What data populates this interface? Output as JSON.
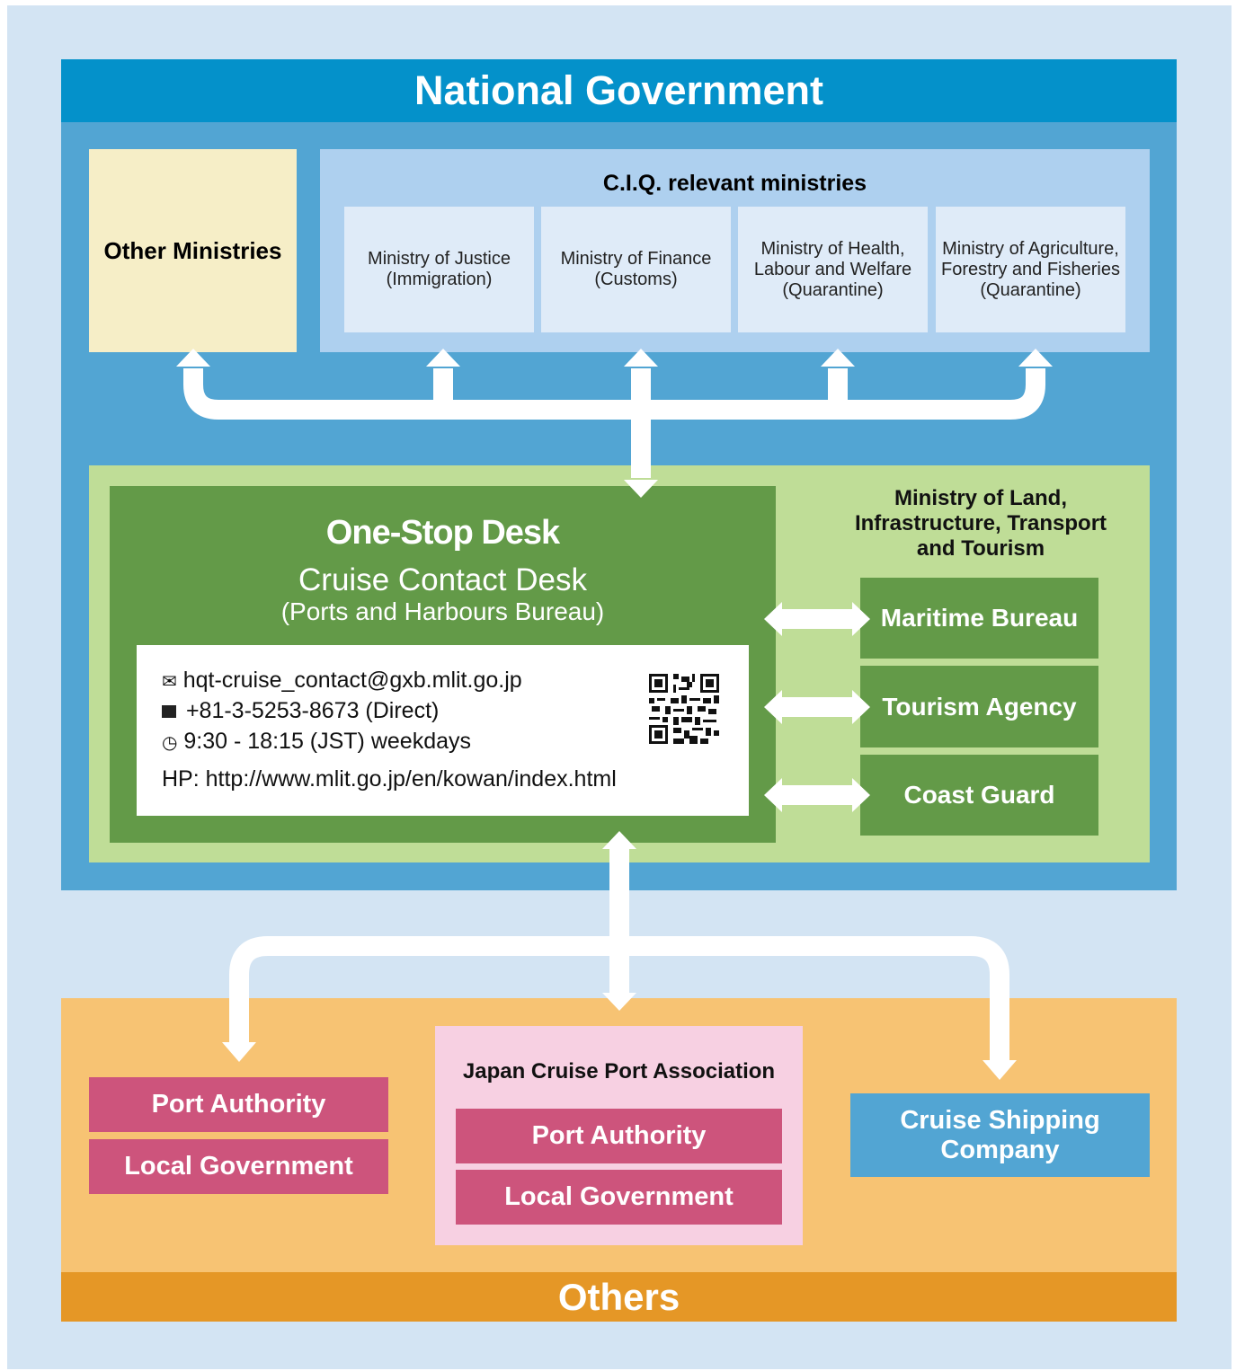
{
  "national_government": {
    "title": "National Government",
    "other_ministries": "Other Ministries",
    "ciq": {
      "title": "C.I.Q. relevant ministries",
      "ministries": [
        "Ministry of Justice (Immigration)",
        "Ministry of Finance (Customs)",
        "Ministry of Health, Labour and Welfare (Quarantine)",
        "Ministry of Agriculture, Forestry and Fisheries (Quarantine)"
      ]
    }
  },
  "one_stop_desk": {
    "title": "One-Stop Desk",
    "subtitle": "Cruise Contact Desk",
    "bureau": "(Ports and Harbours Bureau)",
    "email": "hqt-cruise_contact@gxb.mlit.go.jp",
    "phone": "+81-3-5253-8673 (Direct)",
    "hours": "9:30 - 18:15 (JST) weekdays",
    "homepage": "HP: http://www.mlit.go.jp/en/kowan/index.html"
  },
  "mlit": {
    "title": "Ministry of Land, Infrastructure, Transport and Tourism",
    "agencies": [
      "Maritime Bureau",
      "Tourism Agency",
      "Coast Guard"
    ]
  },
  "others": {
    "title": "Others",
    "left_group": [
      "Port Authority",
      "Local Government"
    ],
    "jcpa": {
      "title": "Japan Cruise Port Association",
      "members": [
        "Port Authority",
        "Local Government"
      ]
    },
    "cruise_company": "Cruise Shipping Company"
  },
  "icons": [
    "envelope-icon",
    "phone-icon",
    "clock-icon",
    "qr-code-icon"
  ],
  "colors": {
    "national_header": "#0491ca",
    "national_body": "#52a5d3",
    "one_stop_green": "#639a48",
    "mlit_light_green": "#bfdd97",
    "others_orange": "#f7c373",
    "others_footer": "#e59726",
    "pink_box": "#cd547c"
  }
}
